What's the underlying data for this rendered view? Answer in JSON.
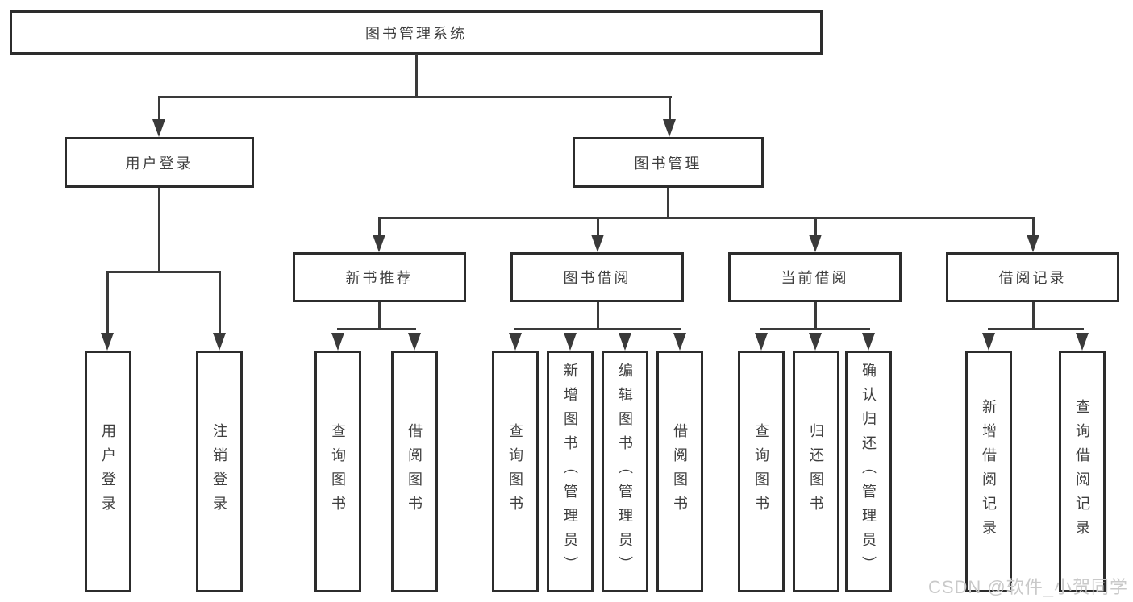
{
  "tree": {
    "label": "图书管理系统",
    "children": [
      {
        "label": "用户登录",
        "children": [
          {
            "label": "用户登录"
          },
          {
            "label": "注销登录"
          }
        ]
      },
      {
        "label": "图书管理",
        "children": [
          {
            "label": "新书推荐",
            "children": [
              {
                "label": "查询图书"
              },
              {
                "label": "借阅图书"
              }
            ]
          },
          {
            "label": "图书借阅",
            "children": [
              {
                "label": "查询图书"
              },
              {
                "label": "新增图书（管理员）"
              },
              {
                "label": "编辑图书（管理员）"
              },
              {
                "label": "借阅图书"
              }
            ]
          },
          {
            "label": "当前借阅",
            "children": [
              {
                "label": "查询图书"
              },
              {
                "label": "归还图书"
              },
              {
                "label": "确认归还（管理员）"
              }
            ]
          },
          {
            "label": "借阅记录",
            "children": [
              {
                "label": "新增借阅记录"
              },
              {
                "label": "查询借阅记录"
              }
            ]
          }
        ]
      }
    ]
  },
  "watermark": {
    "text": "CSDN @软件_小贺同学"
  },
  "colors": {
    "line": "#3a3a3a",
    "box_border": "#2c2c2c",
    "text": "#3f3f3f",
    "watermark": "#c9c9c9",
    "background": "#ffffff"
  }
}
